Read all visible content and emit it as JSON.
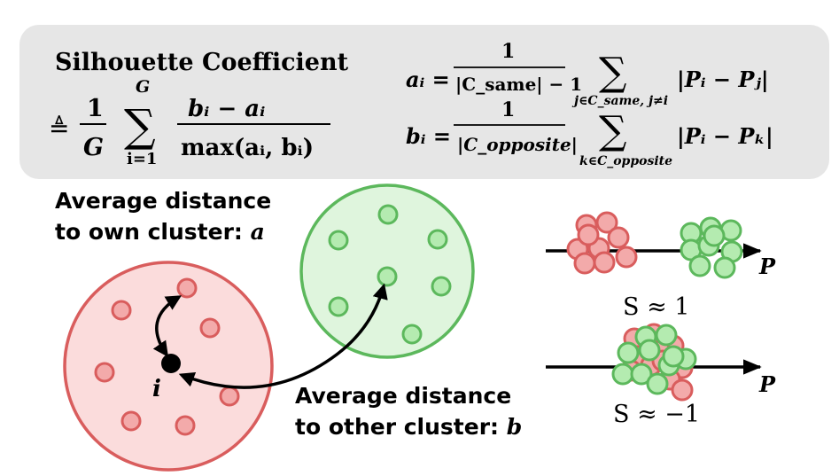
{
  "header": {
    "title": "Silhouette Coefficient",
    "def_symbol": "≜",
    "frac_num": "1",
    "frac_den": "G",
    "sum_symbol": "∑",
    "sum_upper": "G",
    "sum_lower": "i=1",
    "main_num": "bᵢ − aᵢ",
    "main_den": "max(aᵢ, bᵢ)",
    "a_lhs": "aᵢ =",
    "a_num": "1",
    "a_den": "|C_same| − 1",
    "a_sub": "j∈C_same, j≠i",
    "a_term": "|Pᵢ − Pⱼ|",
    "b_lhs": "bᵢ =",
    "b_num": "1",
    "b_den": "|C_opposite|",
    "b_sub": "k∈C_opposite",
    "b_term": "|Pᵢ − Pₖ|"
  },
  "labels": {
    "own_line1": "Average distance",
    "own_line2": "to own cluster: ",
    "own_var": "a",
    "other_line1": "Average distance",
    "other_line2": "to other cluster: ",
    "other_var": "b",
    "point_label": "i",
    "axis_label_top": "P",
    "axis_label_bottom": "P",
    "s_top": "S ≈ 1",
    "s_bottom": "S ≈ −1"
  },
  "colors": {
    "panel_bg": "#e6e6e6",
    "red_fill": "#f3aaaa",
    "red_stroke": "#d95d5d",
    "red_cluster_fill": "#fbdcdc",
    "green_fill": "#b4ebb0",
    "green_stroke": "#5cb85c",
    "green_cluster_fill": "#dff5dd",
    "black": "#000000"
  }
}
